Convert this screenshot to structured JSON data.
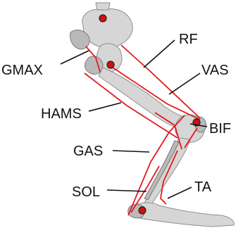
{
  "labels": {
    "gmax": "GMAX",
    "rf": "RF",
    "vas": "VAS",
    "hams": "HAMS",
    "bif": "BIF",
    "gas": "GAS",
    "sol": "SOL",
    "ta": "TA"
  },
  "colors": {
    "muscle_line": "#e31a1c",
    "joint_marker": "#d01010",
    "bone": "#d6d6d6"
  }
}
